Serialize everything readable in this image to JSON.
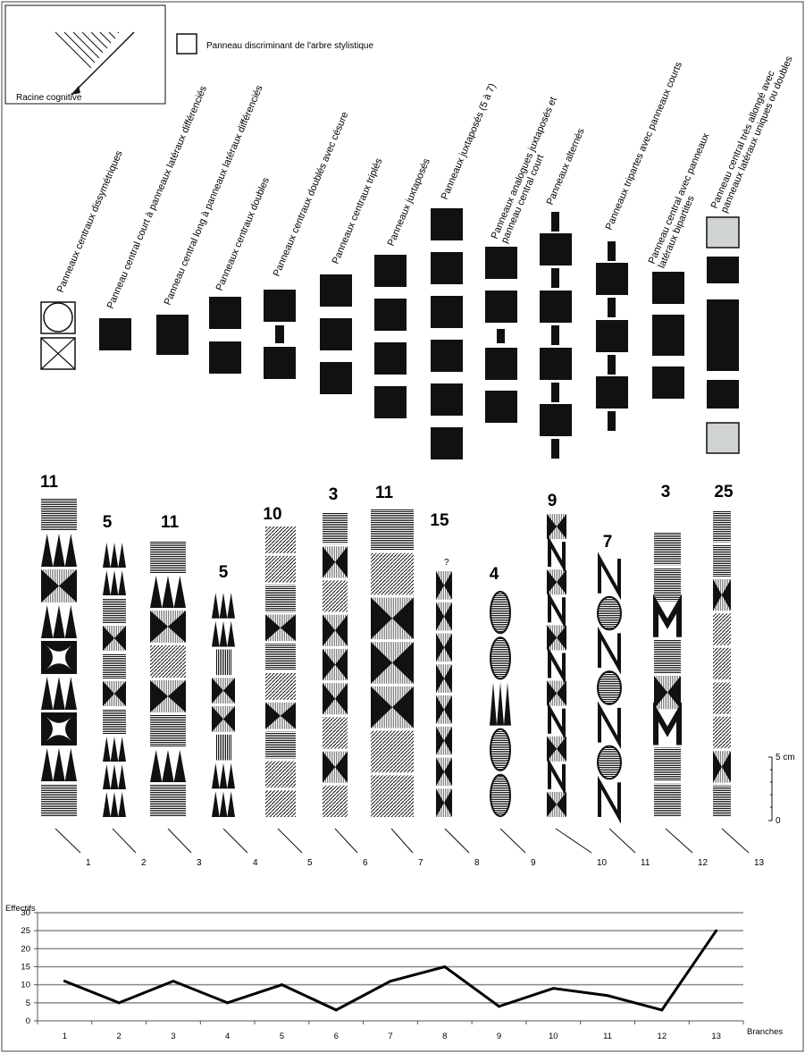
{
  "legend": {
    "root_label": "Racine cognitive",
    "discriminant_label": "Panneau discriminant de l'arbre stylistique"
  },
  "branches": [
    {
      "number": "1",
      "label": "Panneaux centraux dissymétriques",
      "count": "11"
    },
    {
      "number": "2",
      "label": "Panneau central court à panneaux latéraux différenciés",
      "count": "5"
    },
    {
      "number": "3",
      "label": "Panneau central long à panneaux latéraux différenciés",
      "count": "11"
    },
    {
      "number": "4",
      "label": "Panneaux centraux doubles",
      "count": "5"
    },
    {
      "number": "5",
      "label": "Panneaux centraux doublés avec césure",
      "count": "10"
    },
    {
      "number": "6",
      "label": "Panneaux centraux triplés",
      "count": "3"
    },
    {
      "number": "7",
      "label": "Panneaux juxtaposés",
      "count": "11"
    },
    {
      "number": "8",
      "label": "Panneaux juxtaposés (5 à 7)",
      "count": "15"
    },
    {
      "number": "9",
      "label": [
        "Panneaux analogues juxtaposés et",
        "panneau central court"
      ],
      "count": "4"
    },
    {
      "number": "10",
      "label": "Panneaux alternés",
      "count": "9"
    },
    {
      "number": "11",
      "label": "Panneaux tripartes avec panneaux courts",
      "count": "7"
    },
    {
      "number": "12",
      "label": [
        "Panneau central avec panneaux",
        "latéraux bipartites"
      ],
      "count": "3"
    },
    {
      "number": "13",
      "label": [
        "Panneau central très allongé avec",
        "panneaux latéraux uniques ou doubles"
      ],
      "count": "25"
    }
  ],
  "question_mark": "?",
  "scale": {
    "top": "5 cm",
    "bottom": "0"
  },
  "chart_data": {
    "type": "line",
    "title": "",
    "ylabel": "Effectifs",
    "xlabel": "Branches",
    "categories": [
      "1",
      "2",
      "3",
      "4",
      "5",
      "6",
      "7",
      "8",
      "9",
      "10",
      "11",
      "12",
      "13"
    ],
    "series": [
      {
        "values": [
          11,
          5,
          11,
          5,
          10,
          3,
          11,
          15,
          4,
          9,
          7,
          3,
          25
        ]
      }
    ],
    "ylim": [
      0,
      30
    ],
    "yticks": [
      "0",
      "5",
      "10",
      "15",
      "20",
      "25",
      "30"
    ],
    "grid": true
  }
}
